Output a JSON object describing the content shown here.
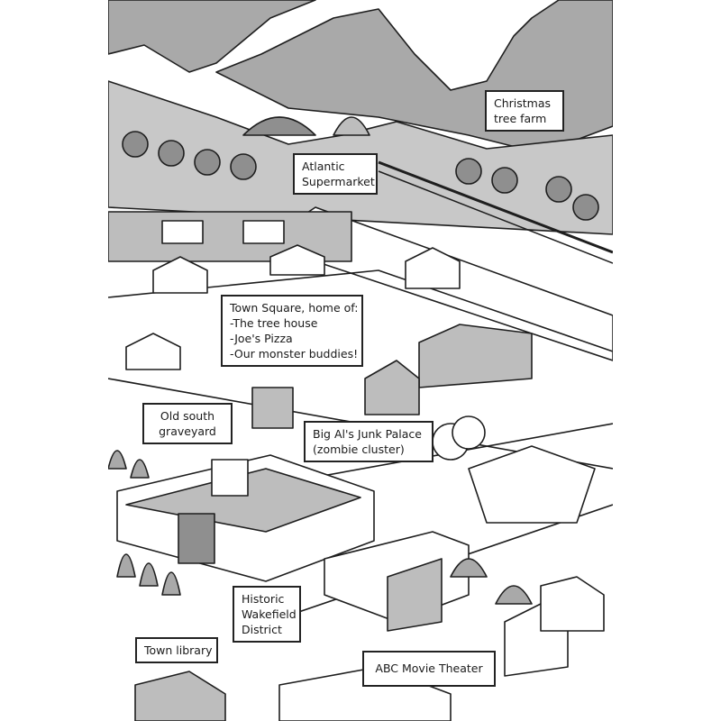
{
  "labels": {
    "christmas_tree_farm": [
      "Christmas",
      "tree farm"
    ],
    "atlantic_supermarket": [
      "Atlantic",
      "Supermarket"
    ],
    "town_square": [
      "Town Square, home of:",
      "-The tree house",
      "-Joe's Pizza",
      "-Our monster buddies!"
    ],
    "old_south_graveyard": [
      "Old south",
      "graveyard"
    ],
    "big_als_junk_palace": [
      "Big Al's Junk Palace",
      "(zombie cluster)"
    ],
    "historic_wakefield_district": [
      "Historic",
      "Wakefield",
      "District"
    ],
    "town_library": [
      "Town library"
    ],
    "abc_movie_theater": [
      "ABC Movie Theater"
    ]
  },
  "colors": {
    "ink": "#1e1e1e",
    "shade": "#a9a9a9",
    "paper": "#ffffff"
  }
}
